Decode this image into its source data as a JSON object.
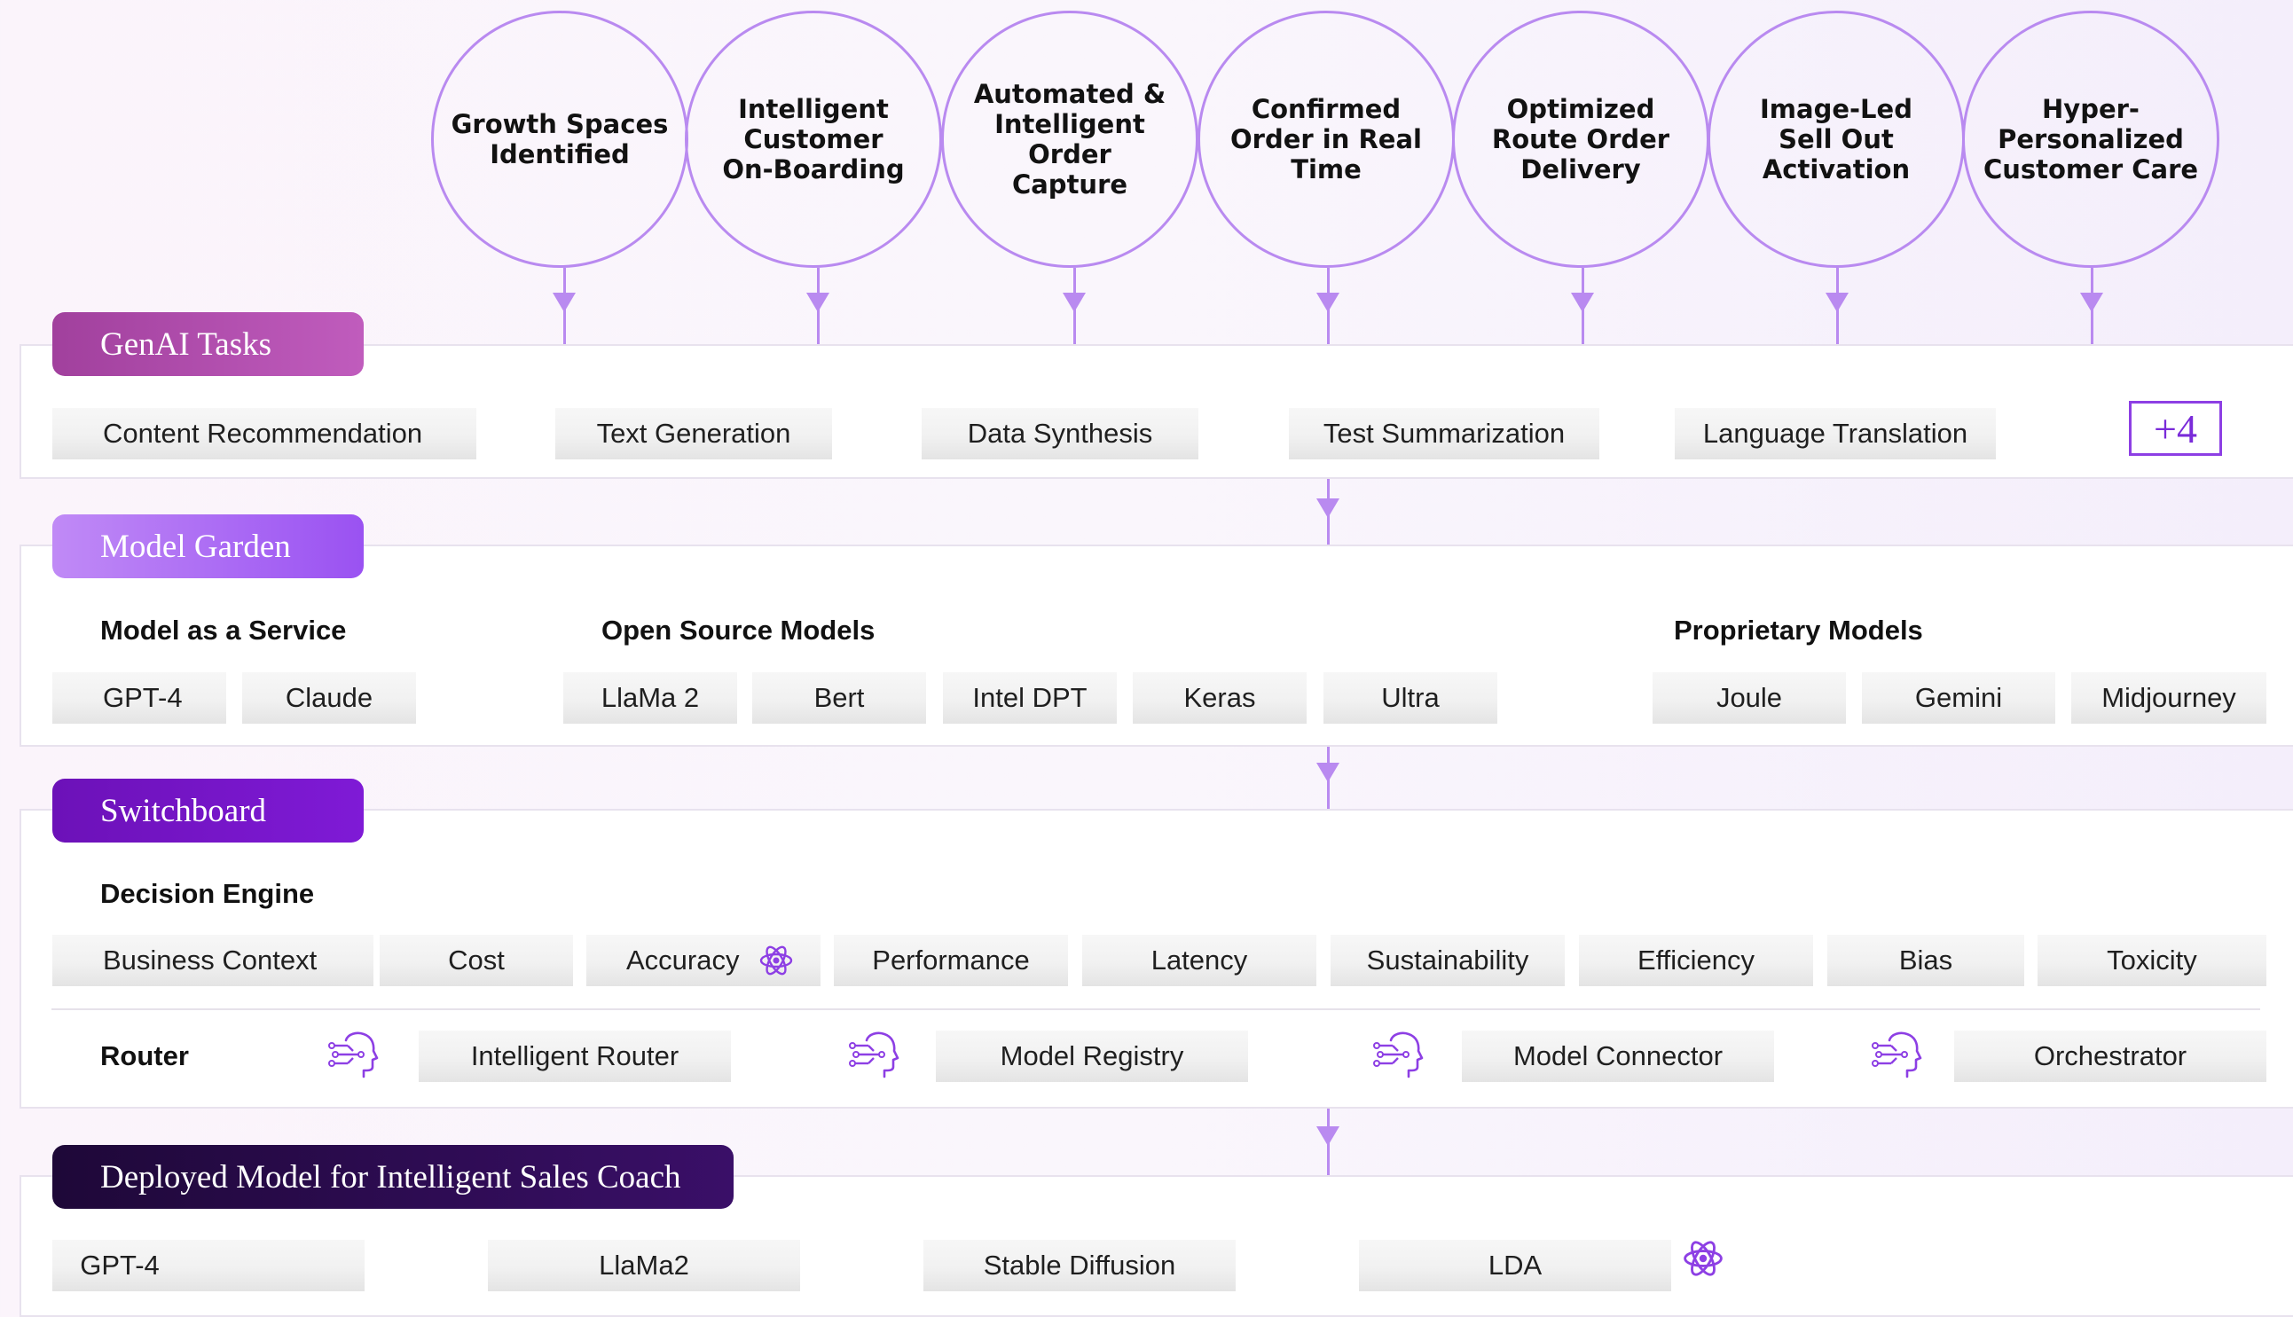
{
  "stages": [
    "Growth Spaces\nIdentified",
    "Intelligent\nCustomer\nOn-Boarding",
    "Automated &\nIntelligent Order\nCapture",
    "Confirmed\nOrder in Real\nTime",
    "Optimized\nRoute Order\nDelivery",
    "Image-Led\nSell Out\nActivation",
    "Hyper-\nPersonalized\nCustomer Care"
  ],
  "genai": {
    "title": "GenAI Tasks",
    "tasks": [
      "Content Recommendation",
      "Text Generation",
      "Data Synthesis",
      "Test Summarization",
      "Language Translation"
    ],
    "more": "+4"
  },
  "garden": {
    "title": "Model Garden",
    "maas_heading": "Model as a Service",
    "maas": [
      "GPT-4",
      "Claude"
    ],
    "open_heading": "Open Source Models",
    "open": [
      "LlaMa 2",
      "Bert",
      "Intel DPT",
      "Keras",
      "Ultra"
    ],
    "prop_heading": "Proprietary Models",
    "prop": [
      "Joule",
      "Gemini",
      "Midjourney"
    ]
  },
  "switchboard": {
    "title": "Switchboard",
    "decision_heading": "Decision Engine",
    "criteria": [
      "Business Context",
      "Cost",
      "Accuracy",
      "Performance",
      "Latency",
      "Sustainability",
      "Efficiency",
      "Bias",
      "Toxicity"
    ],
    "router_label": "Router",
    "routers": [
      "Intelligent Router",
      "Model Registry",
      "Model Connector",
      "Orchestrator"
    ]
  },
  "deployed": {
    "title": "Deployed Model for Intelligent Sales Coach",
    "models": [
      "GPT-4",
      "LlaMa2",
      "Stable Diffusion",
      "LDA"
    ]
  },
  "colors": {
    "connector": "#b98af0",
    "genai_pill": "#b24fb0",
    "garden_pill": "#a564f4",
    "switch_pill": "#7411c8",
    "deployed_pill": "#2b0b4f",
    "accent": "#8d3fe4"
  },
  "icons": {
    "atom": "atom-icon",
    "ai_head": "ai-head-icon"
  }
}
